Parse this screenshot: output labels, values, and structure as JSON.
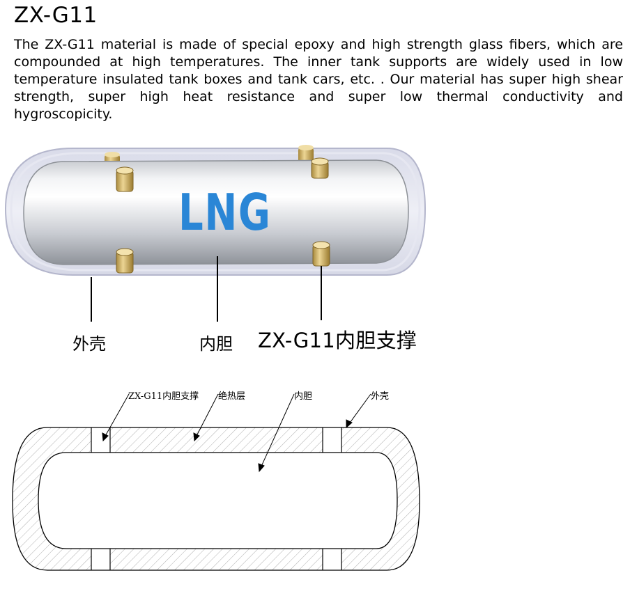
{
  "title": "ZX-G11",
  "description": "The ZX-G11 material is made of special epoxy and high strength glass fibers, which are compounded at high temperatures. The inner tank supports are widely used in low temperature insulated tank boxes and tank cars, etc. . Our material has super high shear strength, super high heat resistance and super low thermal conductivity and hygroscopicity.",
  "illustration": {
    "tank_text": "LNG",
    "tank_text_color": "#2a86d6",
    "labels": {
      "outer_shell": "外壳",
      "inner_tank": "内胆",
      "support": "ZX-G11内胆支撑"
    }
  },
  "section_diagram": {
    "labels": {
      "support": "ZX-G11内胆支撑",
      "insulation": "绝热层",
      "inner_tank": "内胆",
      "outer_shell": "外壳"
    }
  }
}
